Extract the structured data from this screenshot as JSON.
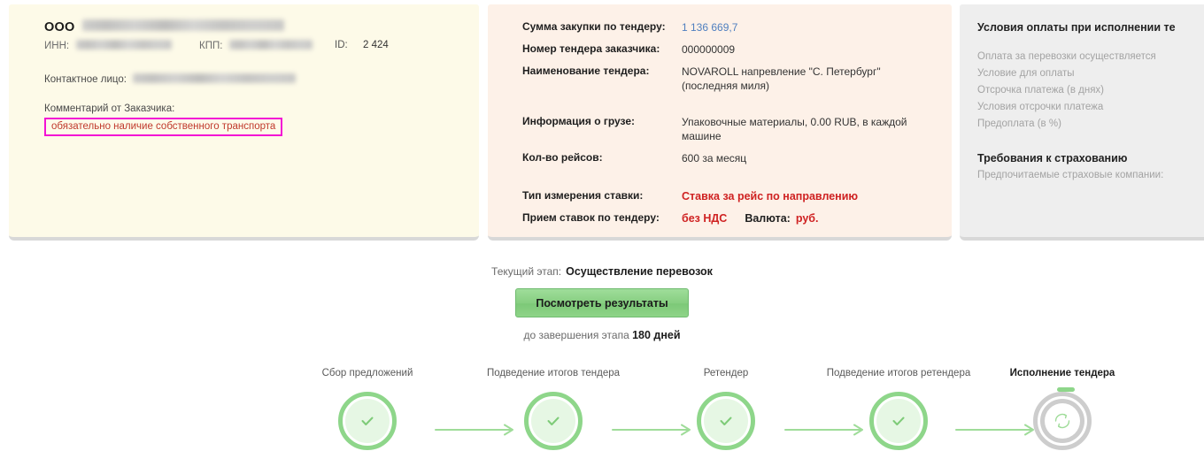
{
  "customer": {
    "org_prefix": "ООО",
    "org_name_redacted": true,
    "inn_label": "ИНН:",
    "inn_value_redacted": true,
    "kpp_label": "КПП:",
    "kpp_value_redacted": true,
    "id_label": "ID:",
    "id_value": "2 424",
    "contact_label": "Контактное лицо:",
    "contact_value_redacted": true,
    "comment_label": "Комментарий от Заказчика:",
    "comment_value": "обязательно наличие собственного транспорта",
    "comment_border_color": "#f312d4",
    "comment_text_color": "#c0392b",
    "panel_bg": "#fdfae8"
  },
  "tender": {
    "panel_bg": "#fdf1e8",
    "rows": [
      {
        "label": "Сумма закупки по тендеру:",
        "value": "1 136 669,7",
        "style": "link"
      },
      {
        "label": "Номер тендера заказчика:",
        "value": "000000009",
        "style": "plain"
      },
      {
        "label": "Наименование тендера:",
        "value": "NOVAROLL напревление \"С. Петербург\"\n(последняя миля)",
        "style": "plain"
      },
      {
        "label": "Информация о грузе:",
        "value": "Упаковочные материалы, 0.00 RUB, в каждой\nмашине",
        "style": "plain"
      },
      {
        "label": "Кол-во рейсов:",
        "value": "600 за месяц",
        "style": "plain"
      },
      {
        "label": "Тип измерения ставки:",
        "value": "Ставка за рейс по направлению",
        "style": "red"
      }
    ],
    "bid_row": {
      "label": "Прием ставок по тендеру:",
      "nds": "без НДС",
      "currency_label": "Валюта:",
      "currency_value": "руб."
    }
  },
  "terms": {
    "panel_bg": "#eeeeee",
    "heading": "Условия оплаты при исполнении те",
    "items": [
      "Оплата за перевозки осуществляется",
      "Условие для оплаты",
      "Отсрочка платежа (в днях)",
      "Условия отсрочки платежа",
      "Предоплата (в %)"
    ],
    "heading2": "Требования к страхованию",
    "sub": "Предпочитаемые страховые компании:"
  },
  "stage": {
    "current_label": "Текущий этап:",
    "current_value": "Осуществление перевозок",
    "button_label": "Посмотреть результаты",
    "button_color": "#8ed488",
    "deadline_prefix": "до завершения этапа",
    "deadline_value": "180 дней"
  },
  "steps": {
    "items": [
      {
        "label": "Сбор предложений",
        "state": "done",
        "icon": "check-icon"
      },
      {
        "label": "Подведение итогов тендера",
        "state": "done",
        "icon": "check-icon"
      },
      {
        "label": "Ретендер",
        "state": "done",
        "icon": "check-icon"
      },
      {
        "label": "Подведение итогов ретендера",
        "state": "done",
        "icon": "check-icon"
      },
      {
        "label": "Исполнение тендера",
        "state": "current",
        "icon": "refresh-icon"
      }
    ],
    "done_color": "#8ed68a",
    "pending_color": "#cdcdcd"
  }
}
